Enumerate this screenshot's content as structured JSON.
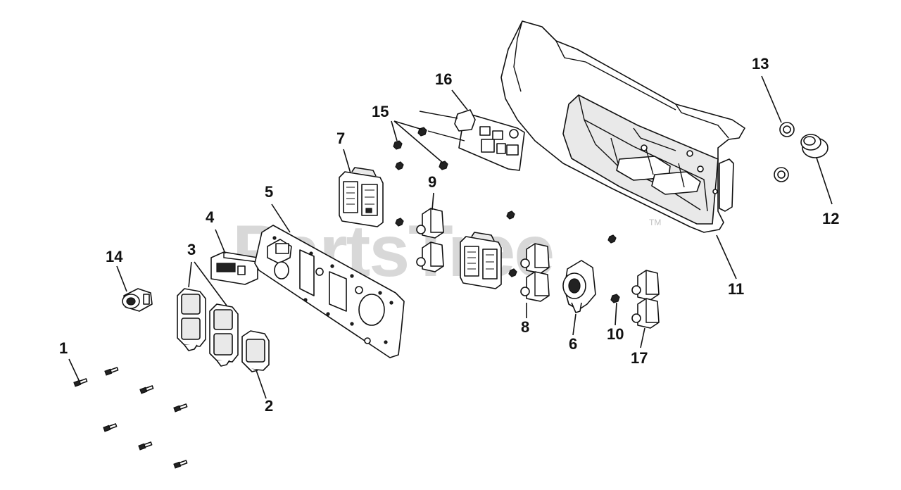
{
  "watermark": {
    "text": "PartsTree",
    "mark": "TM"
  },
  "callouts": [
    "1",
    "2",
    "3",
    "4",
    "5",
    "6",
    "7",
    "8",
    "9",
    "10",
    "11",
    "12",
    "13",
    "14",
    "15",
    "16",
    "17"
  ]
}
